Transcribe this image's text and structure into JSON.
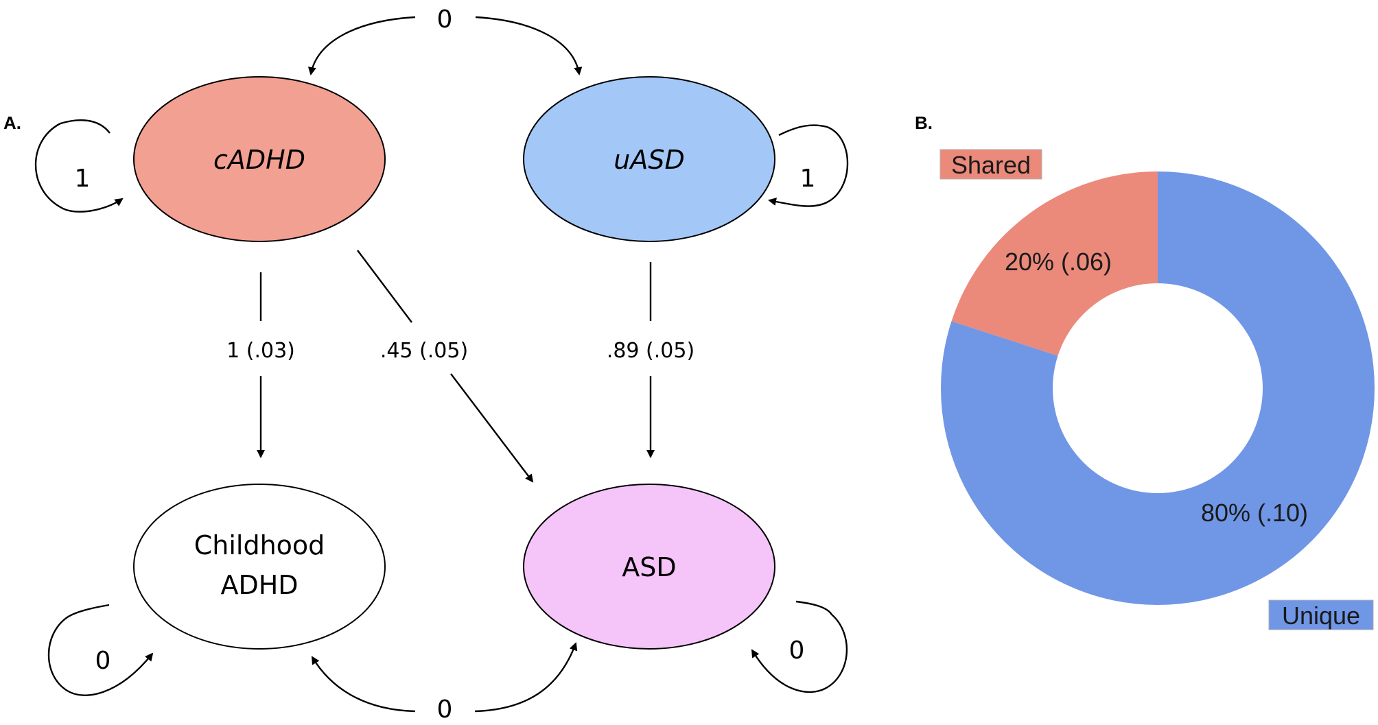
{
  "panel_a": {
    "label": "A.",
    "nodes": {
      "cadhd": {
        "label": "cADHD",
        "fill": "#f2a092"
      },
      "uasd": {
        "label": "uASD",
        "fill": "#a3c8f8"
      },
      "childhood_adhd": {
        "line1": "Childhood",
        "line2": "ADHD",
        "fill": "#ffffff"
      },
      "asd": {
        "label": "ASD",
        "fill": "#f5c4f8"
      }
    },
    "paths": {
      "cadhd_to_adhd": "1 (.03)",
      "cadhd_to_asd": ".45 (.05)",
      "uasd_to_asd": ".89 (.05)"
    },
    "covariances": {
      "latent": "0",
      "observed": "0"
    },
    "variances": {
      "cadhd": "1",
      "uasd": "1",
      "childhood_adhd": "0",
      "asd": "0"
    }
  },
  "panel_b": {
    "label": "B.",
    "legend": {
      "shared": "Shared",
      "unique": "Unique"
    }
  },
  "chart_data": {
    "type": "pie",
    "donut": true,
    "categories": [
      "Shared",
      "Unique"
    ],
    "values": [
      20,
      80
    ],
    "value_labels": [
      "20% (.06)",
      "80% (.10)"
    ],
    "colors": [
      "#eb8a7b",
      "#7096e6"
    ],
    "legend_placement": "top-left / bottom-right"
  }
}
